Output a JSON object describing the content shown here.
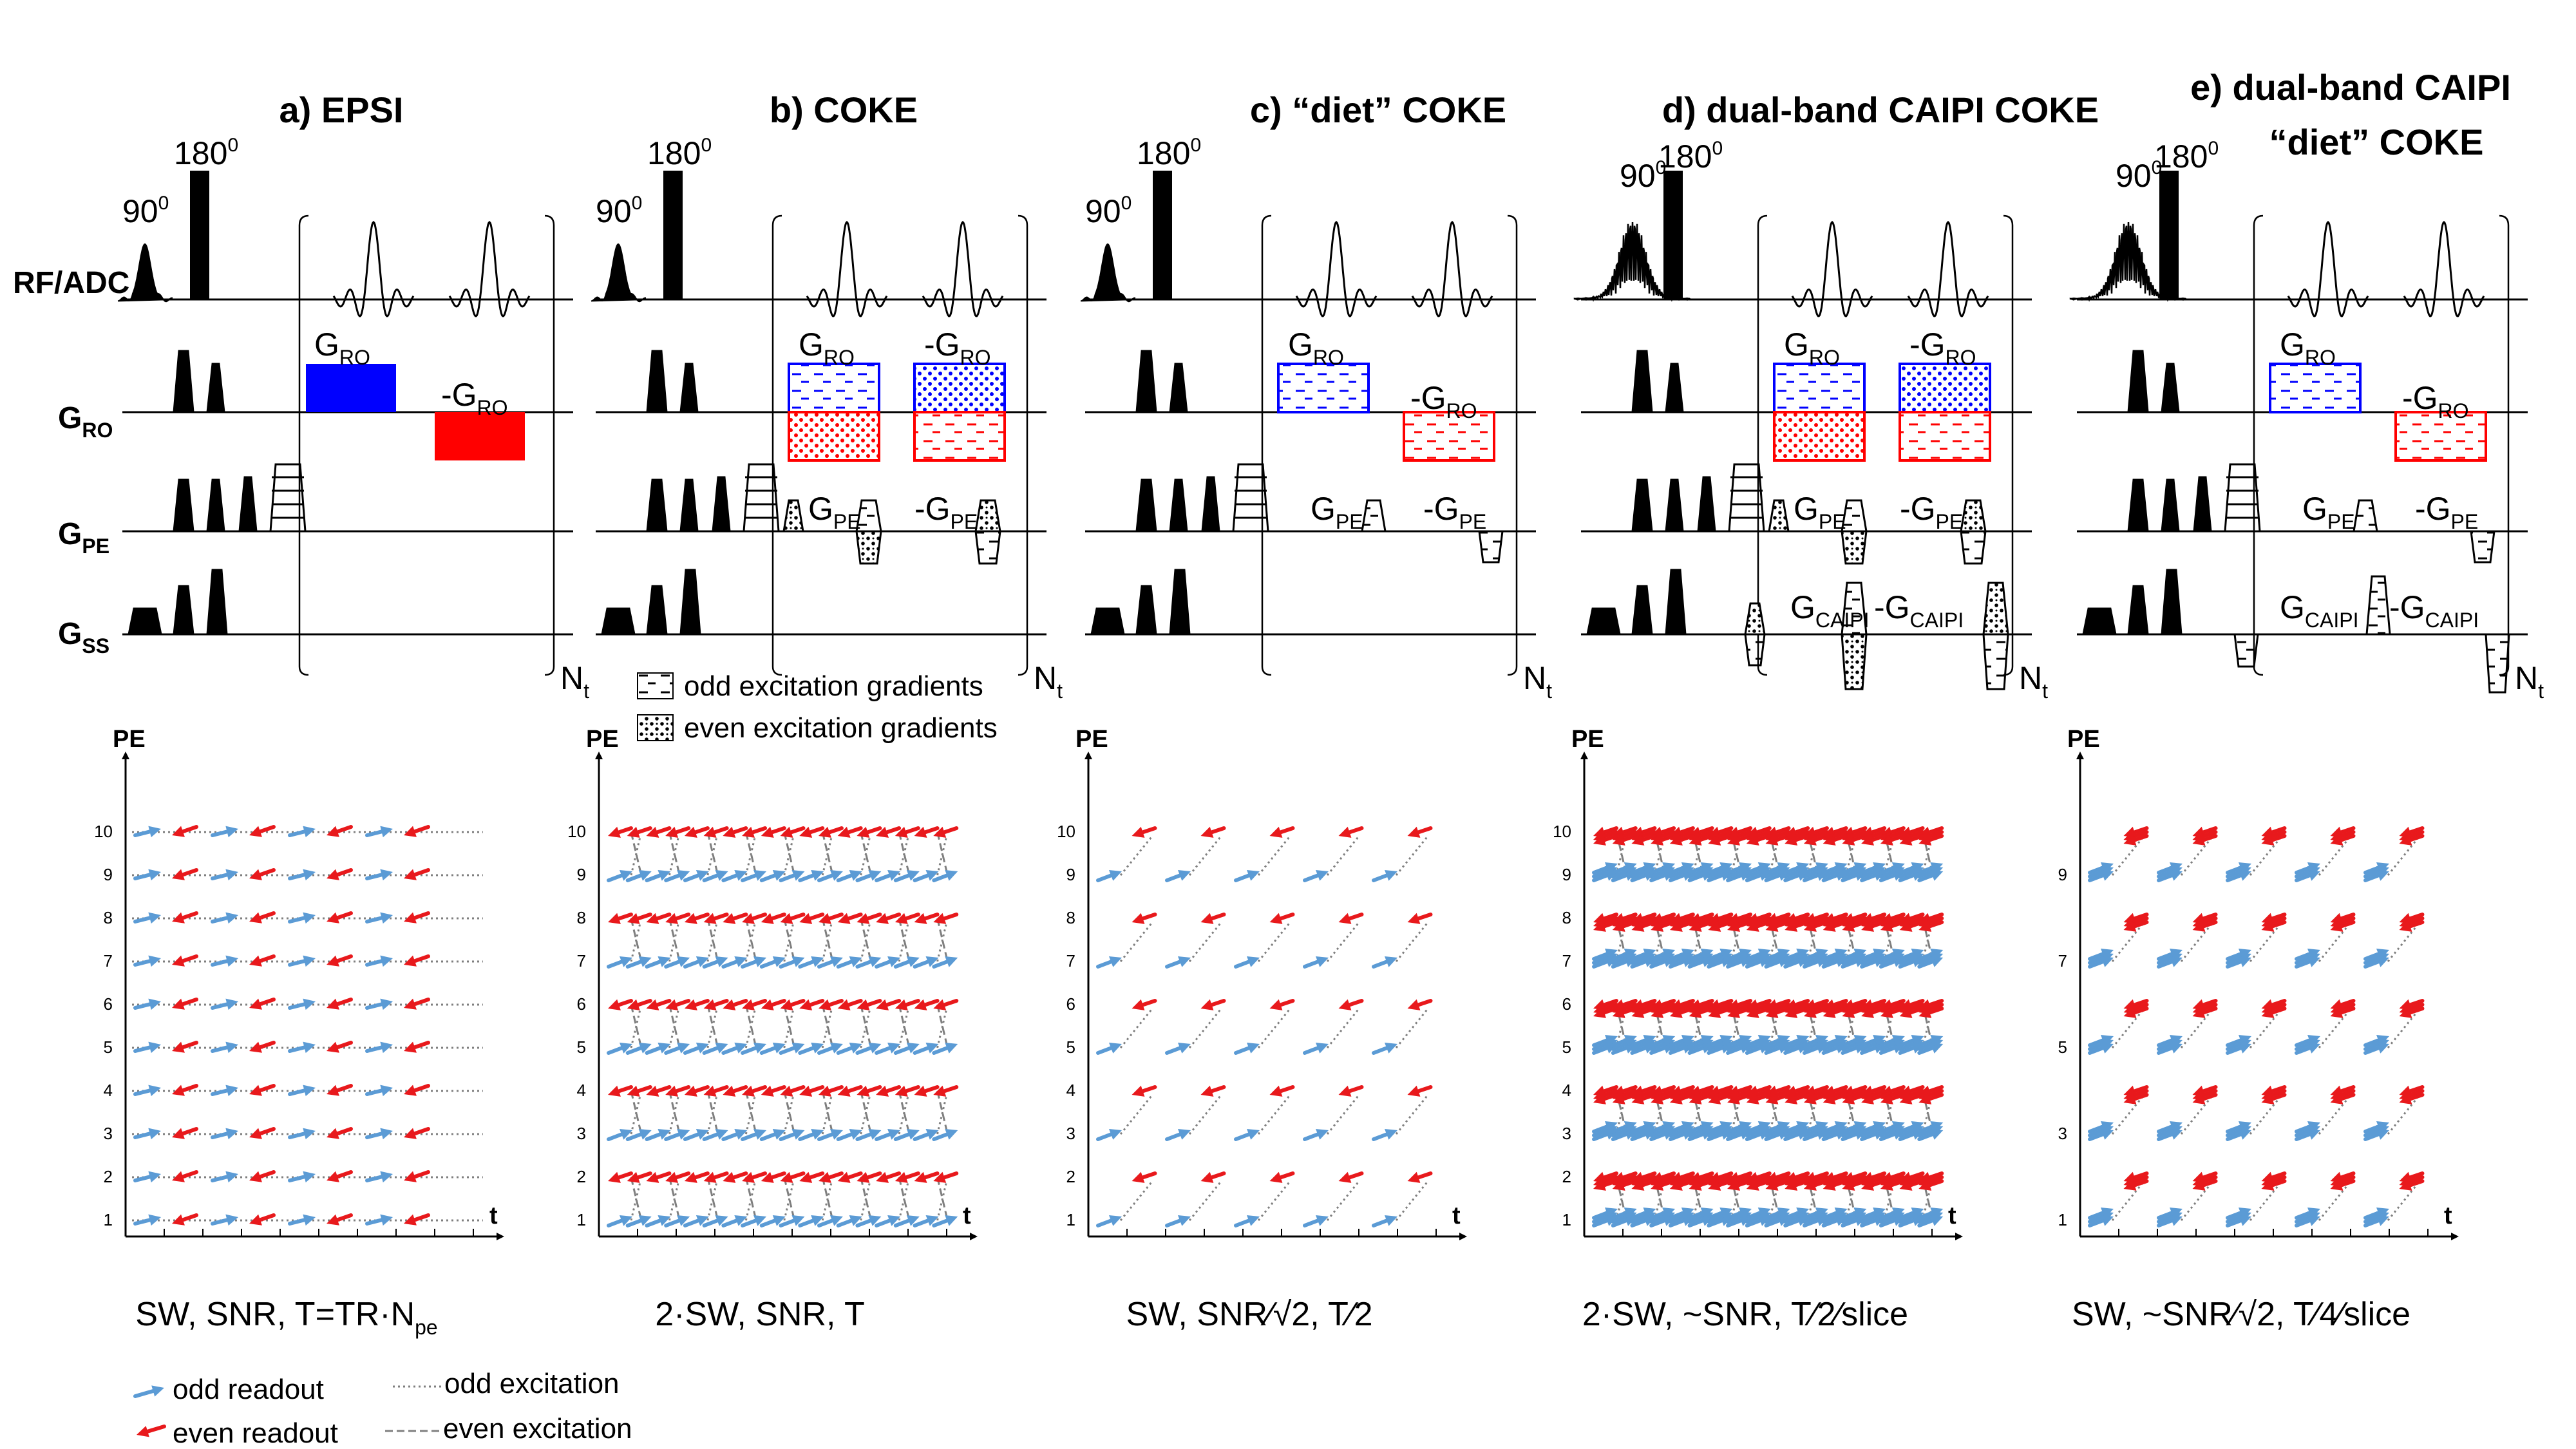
{
  "panels": [
    {
      "id": "a",
      "title": "a) EPSI",
      "caption": "SW, SNR, T=TR·N",
      "caption_sub": "pe",
      "mode": "epsi",
      "ticks": [
        "1",
        "2",
        "3",
        "4",
        "5",
        "6",
        "7",
        "8",
        "9",
        "10"
      ]
    },
    {
      "id": "b",
      "title": "b) COKE",
      "caption": "2·SW, SNR, T",
      "caption_sub": "",
      "mode": "coke",
      "ticks": [
        "1",
        "2",
        "3",
        "4",
        "5",
        "6",
        "7",
        "8",
        "9",
        "10"
      ]
    },
    {
      "id": "c",
      "title": "c) “diet” COKE",
      "caption": "SW, SNR∕√2, T∕2",
      "caption_sub": "",
      "mode": "diet",
      "ticks": [
        "1",
        "2",
        "3",
        "4",
        "5",
        "6",
        "7",
        "8",
        "9",
        "10"
      ]
    },
    {
      "id": "d",
      "title": "d) dual-band CAIPI COKE",
      "caption": "2·SW, ~SNR, T∕2∕slice",
      "caption_sub": "",
      "mode": "dual",
      "ticks": [
        "1",
        "2",
        "3",
        "4",
        "5",
        "6",
        "7",
        "8",
        "9",
        "10"
      ]
    },
    {
      "id": "e",
      "title": "e) dual-band CAIPI",
      "title2": "“diet” COKE",
      "caption": "SW, ~SNR∕√2, T∕4∕slice",
      "caption_sub": "",
      "mode": "dualdiet",
      "ticks": [
        "1",
        "3",
        "5",
        "7",
        "9"
      ]
    }
  ],
  "row_labels": {
    "rf": "RF/ADC",
    "g": "G",
    "ro": "RO",
    "pe": "PE",
    "ss": "SS"
  },
  "pulse_labels": {
    "deg90": "90",
    "deg180": "180",
    "deg_sup": "0"
  },
  "gradient_labels": {
    "g": "G",
    "neg_g": "-G",
    "ro": "RO",
    "pe": "PE",
    "caipi": "CAIPI",
    "nt": "N",
    "nt_sub": "t"
  },
  "kspace_axes": {
    "y": "PE",
    "x": "t"
  },
  "legend_gradients": {
    "odd": "odd excitation gradients",
    "even": "even excitation gradients"
  },
  "legend_kspace": {
    "odd_readout": "odd readout",
    "even_readout": "even readout",
    "odd_excitation": "odd excitation",
    "even_excitation": "even excitation"
  },
  "colors": {
    "odd_readout": "#5b9bd5",
    "even_readout": "#e8191c",
    "blue_gradient": "#0000ff",
    "red_gradient": "#ff0000",
    "odd_excitation": "#7f7f7f",
    "even_excitation": "#7f7f7f"
  }
}
